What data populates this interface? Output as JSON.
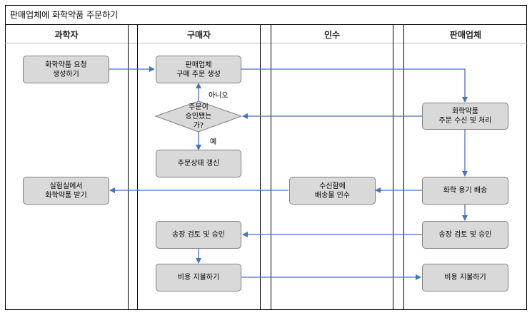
{
  "title": "판매업체에 화학약품 주문하기",
  "lanes": [
    "과학자",
    "구매자",
    "인수",
    "판매업체"
  ],
  "nodes": {
    "request": "화학약품 요청\n생성하기",
    "po": "판매업체\n구매 주문 생성",
    "decision": "주문이\n승인됐는\n가?",
    "update": "주문상태 갱신",
    "receive": "화학약품\n주문 수신 및 처리",
    "ship": "화학 용기 배송",
    "inbox": "수신함에\n배송물 인수",
    "lab": "실험실에서\n화학약품 받기",
    "inv_buyer": "송장 검토 및 승인",
    "inv_vendor": "송장 검토 및 승인",
    "pay_buyer": "비용 지불하기",
    "pay_vendor": "비용 지불하기"
  },
  "labels": {
    "no": "아니오",
    "yes": "예"
  },
  "colors": {
    "node_fill": "#d9d9d9",
    "node_border": "#7f7f7f",
    "arrow": "#4472c4"
  }
}
